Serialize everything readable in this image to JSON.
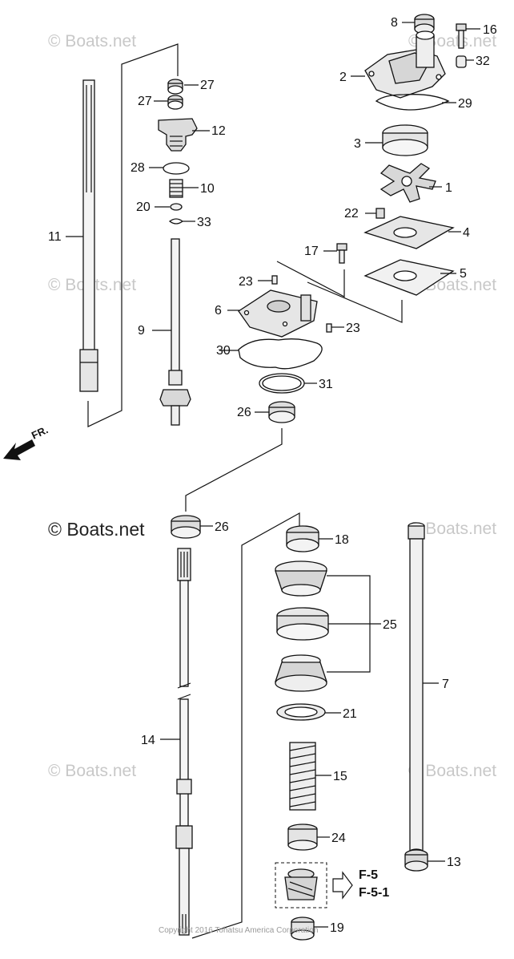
{
  "watermark": {
    "faint": "© Boats.net",
    "main": "© Boats.net"
  },
  "copyright": "Copyright 2016 Tohatsu America Corporation",
  "direction_label": "FR.",
  "references": [
    "F-5",
    "F-5-1"
  ],
  "callouts": {
    "p1": "1",
    "p2": "2",
    "p3": "3",
    "p4": "4",
    "p5": "5",
    "p6": "6",
    "p7": "7",
    "p8": "8",
    "p9": "9",
    "p10": "10",
    "p11": "11",
    "p12": "12",
    "p13": "13",
    "p14": "14",
    "p15": "15",
    "p16": "16",
    "p17": "17",
    "p18": "18",
    "p19": "19",
    "p20": "20",
    "p21": "21",
    "p22": "22",
    "p23": "23",
    "p24": "24",
    "p25": "25",
    "p26": "26",
    "p27": "27",
    "p28": "28",
    "p29": "29",
    "p30": "30",
    "p31": "31",
    "p32": "32",
    "p33": "33"
  },
  "colors": {
    "line": "#111111",
    "watermark": "#c8c8c8",
    "part_fill": "#e8e8e8"
  }
}
